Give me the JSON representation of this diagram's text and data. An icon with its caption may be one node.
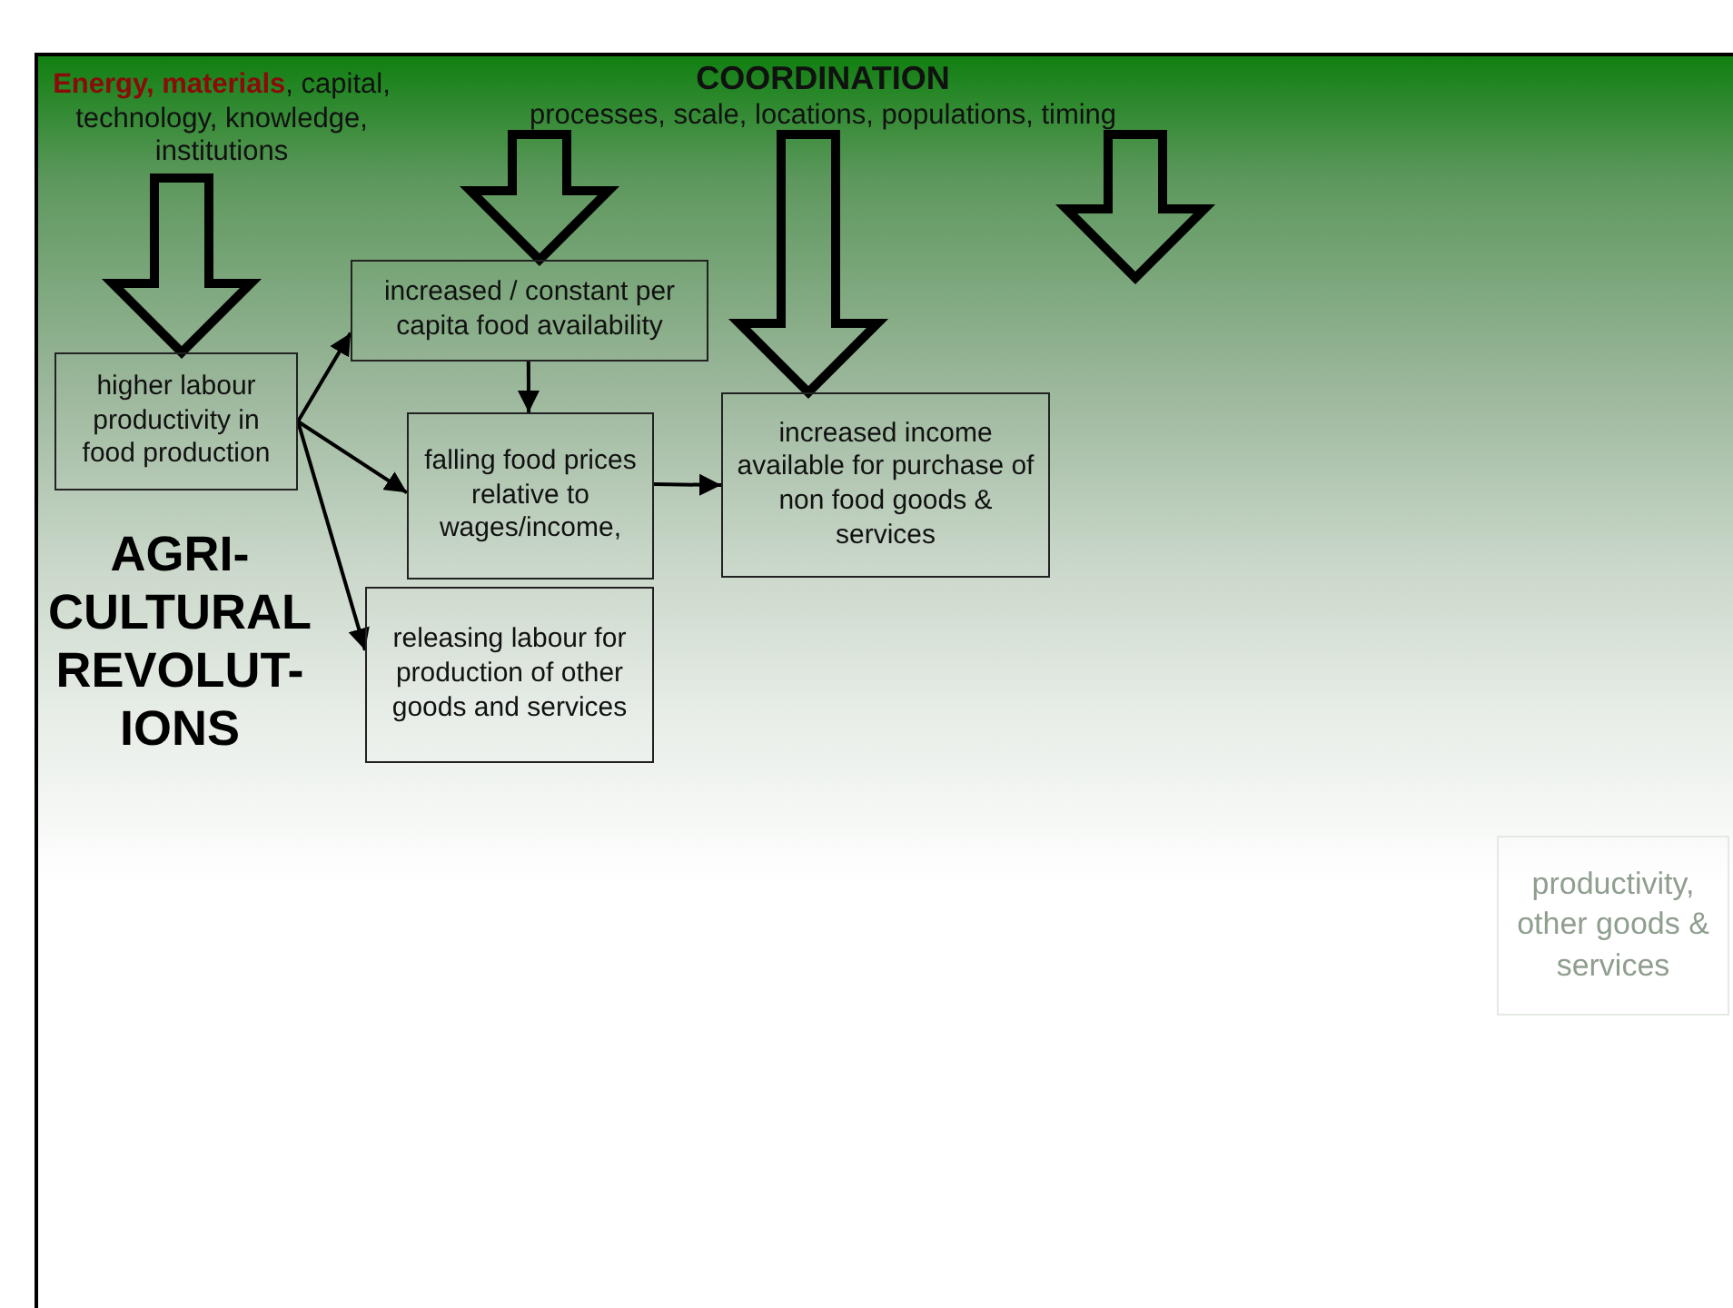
{
  "diagram": {
    "nodes": [
      {
        "text": [
          "**Energy, materials**, capital, technology, knowledge, institutions"
        ]
      },
      {
        "text": [
          "COORDINATION",
          "processes, scale, locations, populations, timing"
        ]
      },
      {
        "text": [
          "higher labour productivity in food production"
        ]
      },
      {
        "text": [
          "increased / constant per capita food availability"
        ]
      },
      {
        "text": [
          "falling food prices relative to wages/income,"
        ]
      },
      {
        "text": [
          "increased income available for purchase of non food goods & services"
        ]
      },
      {
        "text": [
          "releasing labour for production of other goods and services"
        ]
      },
      {
        "text": [
          "productivity, other goods & services"
        ]
      }
    ],
    "edges": [
      {
        "from": 0,
        "to": 2,
        "arrow": "to",
        "style": "thick"
      },
      {
        "from": 1,
        "to": 3,
        "arrow": "to",
        "style": "thick"
      },
      {
        "from": 1,
        "to": 5,
        "arrow": "to",
        "style": "thick"
      },
      {
        "from": 1,
        "to": null,
        "arrow": "to",
        "style": "thick"
      },
      {
        "from": 2,
        "to": 3,
        "arrow": "to"
      },
      {
        "from": 2,
        "to": 4,
        "arrow": "to"
      },
      {
        "from": 2,
        "to": 6,
        "arrow": "to"
      },
      {
        "from": 3,
        "to": 4,
        "arrow": "to"
      },
      {
        "from": 4,
        "to": 5,
        "arrow": "to"
      }
    ],
    "labels": [
      "AGRI- CULTURAL REVOLUT- IONS"
    ]
  }
}
